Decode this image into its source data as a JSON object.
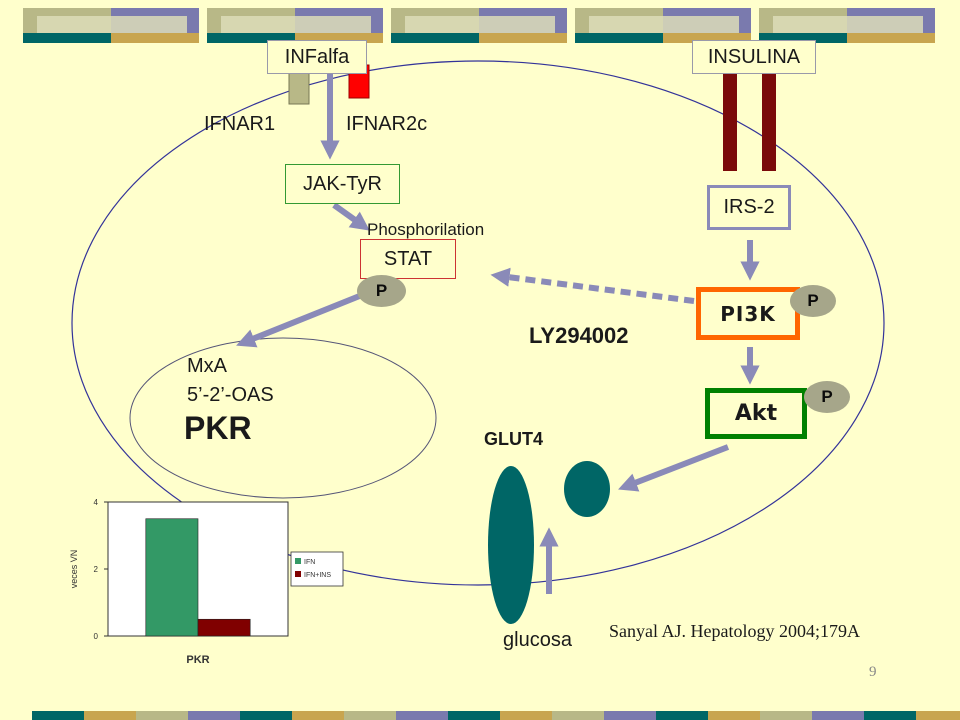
{
  "colors": {
    "background": "#FFFFCC",
    "teal": "#006666",
    "olive": "#B8B887",
    "tan": "#C8A54F",
    "slate": "#7A7AAE",
    "arrow": "#8A8AB8",
    "insulin_receptor": "#7A0A0A",
    "ifnar1": "#B8B887",
    "ifnar2c": "#FF0000",
    "pi3k_border": "#FF6600",
    "akt_border": "#008000",
    "cell_outline": "#333399"
  },
  "labels": {
    "infalfa": "INFalfa",
    "insulina": "INSULINA",
    "ifnar1": "IFNAR1",
    "ifnar2c": "IFNAR2c",
    "jak": "JAK-TyR",
    "irs2": "IRS-2",
    "phosphorilation": "Phosphorilation",
    "stat": "STAT",
    "pi3k": "PI3K",
    "akt": "Akt",
    "ly": "LY294002",
    "mxa": "MxA",
    "oas": "5’-2’-OAS",
    "pkr": "PKR",
    "glut4": "GLUT4",
    "glucosa": "glucosa",
    "citation": "Sanyal AJ. Hepatology 2004;179A",
    "page_number": "9",
    "p": "P"
  },
  "chart_data": {
    "type": "bar",
    "categories": [
      "PKR"
    ],
    "series": [
      {
        "name": "IFN",
        "values": [
          3.5
        ],
        "color": "#339966"
      },
      {
        "name": "IFN+INS",
        "values": [
          0.5
        ],
        "color": "#800000"
      }
    ],
    "xlabel": "PKR",
    "ylabel": "veces VN",
    "ylim": [
      0,
      4
    ],
    "yticks": [
      0,
      2,
      4
    ],
    "legend_position": "right"
  }
}
